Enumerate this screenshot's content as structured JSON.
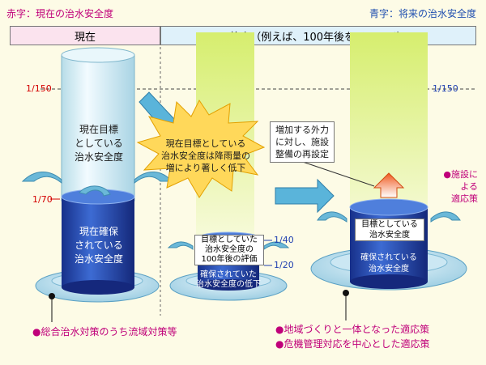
{
  "legend": {
    "current": "赤字：現在の治水安全度",
    "future": "青字：将来の治水安全度"
  },
  "header": {
    "present": "現在",
    "future": "将来（例えば、100年後をイメージ）"
  },
  "cyl1": {
    "top_text": [
      "現在目標",
      "としている",
      "治水安全度"
    ],
    "bottom_text": [
      "現在確保",
      "されている",
      "治水安全度"
    ]
  },
  "levels": {
    "l150_left": "1/150",
    "l70": "1/70",
    "l40": "1/40",
    "l20": "1/20",
    "l150_right": "1/150"
  },
  "burst": [
    "現在目標としている",
    "治水安全度は降雨量の",
    "増により著しく低下"
  ],
  "cyl2": {
    "label1": [
      "目標としていた",
      "治水安全度の",
      "100年後の評価"
    ],
    "label2": [
      "確保されていた",
      "治水安全度の低下"
    ]
  },
  "callout": [
    "増加する外力",
    "に対し、施設",
    "整備の再設定"
  ],
  "cyl3": {
    "label1": [
      "目標としている",
      "治水安全度"
    ],
    "label2": [
      "確保されている",
      "治水安全度"
    ]
  },
  "facility": [
    "●施設に",
    "よる",
    "適応策"
  ],
  "footer": {
    "left": "●総合治水対策のうち流域対策等",
    "right1": "●地域づくりと一体となった適応策",
    "right2": "●危機管理対応を中心とした適応策"
  },
  "colors": {
    "red": "#d40000",
    "blue": "#1f3fb0",
    "magenta": "#c0007a"
  }
}
